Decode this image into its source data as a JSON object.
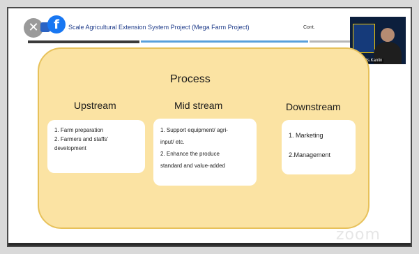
{
  "header": {
    "title": "Scale Agricultural Extension System Project  (Mega Farm Project)",
    "cont": "Cont."
  },
  "video": {
    "participant_name": "CPD_Ms.Kanlin"
  },
  "slide": {
    "title": "Process",
    "columns": [
      {
        "title": "Upstream",
        "items": [
          "1. Farm preparation",
          "2. Farmers and staffs'",
          "development"
        ]
      },
      {
        "title": "Mid stream",
        "items": [
          "1. Support equipment/ agri-",
          "input/ etc.",
          "2. Enhance the produce",
          "standard and value-added"
        ]
      },
      {
        "title": "Downstream",
        "items": [
          "1.  Marketing",
          "2.Management"
        ]
      }
    ]
  },
  "watermark": "zoom",
  "icons": {
    "close": "close-icon",
    "brand": "facebook-icon"
  },
  "colors": {
    "process_fill": "#fbe3a3",
    "process_border": "#e7c15a",
    "header_text": "#1f3c8a",
    "accent_blue": "#5aa0dc"
  }
}
